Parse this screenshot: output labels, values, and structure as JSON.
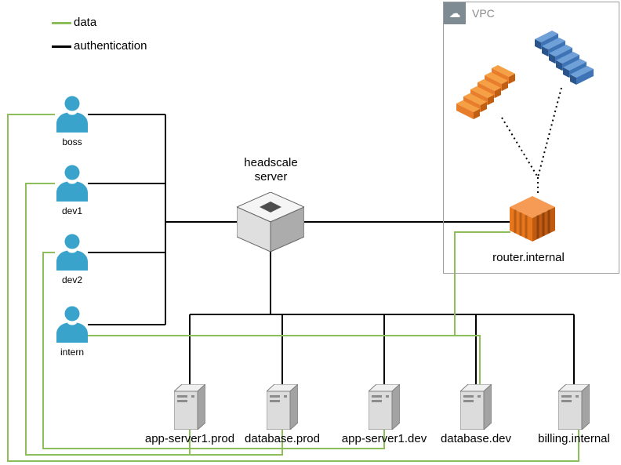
{
  "legend": {
    "items": [
      {
        "label": "data",
        "color": "#8CBE59"
      },
      {
        "label": "authentication",
        "color": "#000000"
      }
    ]
  },
  "users": [
    {
      "label": "boss"
    },
    {
      "label": "dev1"
    },
    {
      "label": "dev2"
    },
    {
      "label": "intern"
    }
  ],
  "headscale": {
    "label": "headscale server"
  },
  "vpc": {
    "label": "VPC",
    "router": {
      "label": "router.internal"
    }
  },
  "servers": [
    {
      "label": "app-server1.prod"
    },
    {
      "label": "database.prod"
    },
    {
      "label": "app-server1.dev"
    },
    {
      "label": "database.dev"
    },
    {
      "label": "billing.internal"
    }
  ],
  "colors": {
    "data_line": "#8CBE59",
    "auth_line": "#000000",
    "user_icon": "#3AA3CB",
    "vpc_resource_orange": "#E87E2B",
    "vpc_resource_blue": "#3E74B5",
    "vpc_border": "#9E9E9E"
  },
  "icons": {
    "vpc_header": "cloud-icon",
    "user": "user-icon",
    "headscale": "cube-icon",
    "server": "server-icon",
    "router": "router-icon",
    "vpc_resources": [
      "stack-icon-orange",
      "stack-icon-blue"
    ]
  }
}
